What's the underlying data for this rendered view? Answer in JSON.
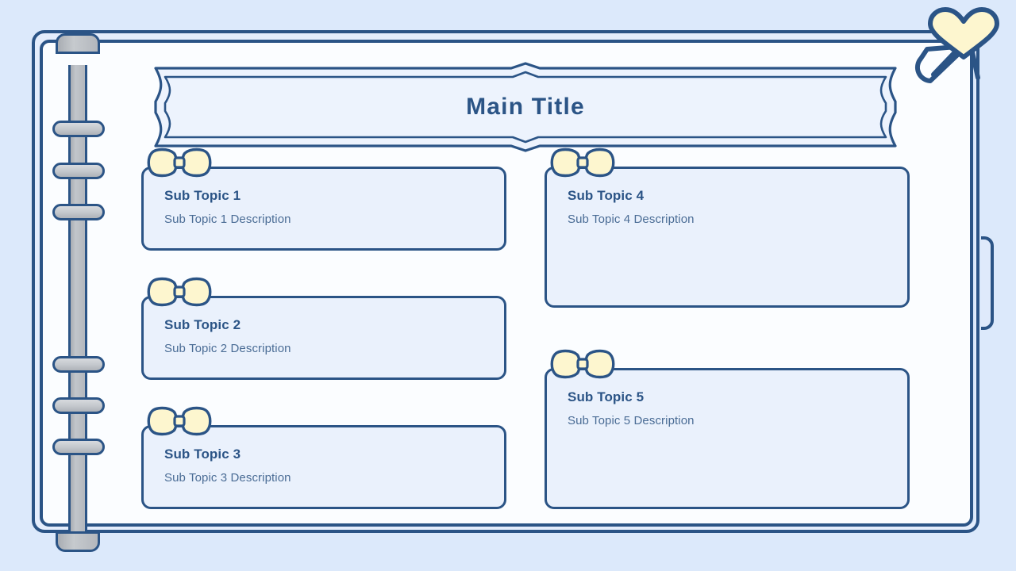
{
  "slide": {
    "title": "Main Title",
    "theme": {
      "background": "#dce9fb",
      "page": "#fbfdff",
      "outline": "#2b5486",
      "card_fill": "#eaf1fc",
      "title_color": "#2b5486",
      "desc_color": "#4a6c95",
      "bow_fill": "#fdf6cf",
      "heart_fill": "#fdf6cf",
      "spine_fill": "#b9bdc3"
    }
  },
  "decorations": {
    "heart_pin": "heart-pin-icon",
    "bookmark_tab": "bookmark-tab",
    "binder_rings_count": 6,
    "binder_spine": "binder-spine"
  },
  "columns": {
    "left": [
      {
        "title": "Sub Topic 1",
        "description": "Sub Topic 1 Description",
        "icon": "bow-icon",
        "size": "h-sm"
      },
      {
        "title": "Sub Topic 2",
        "description": "Sub Topic 2 Description",
        "icon": "bow-icon",
        "size": "h-sm"
      },
      {
        "title": "Sub Topic 3",
        "description": "Sub Topic 3 Description",
        "icon": "bow-icon",
        "size": "h-sm"
      }
    ],
    "right": [
      {
        "title": "Sub Topic 4",
        "description": "Sub Topic 4 Description",
        "icon": "bow-icon",
        "size": "h-md"
      },
      {
        "title": "Sub Topic 5",
        "description": "Sub Topic 5 Description",
        "icon": "bow-icon",
        "size": "h-md"
      }
    ]
  }
}
